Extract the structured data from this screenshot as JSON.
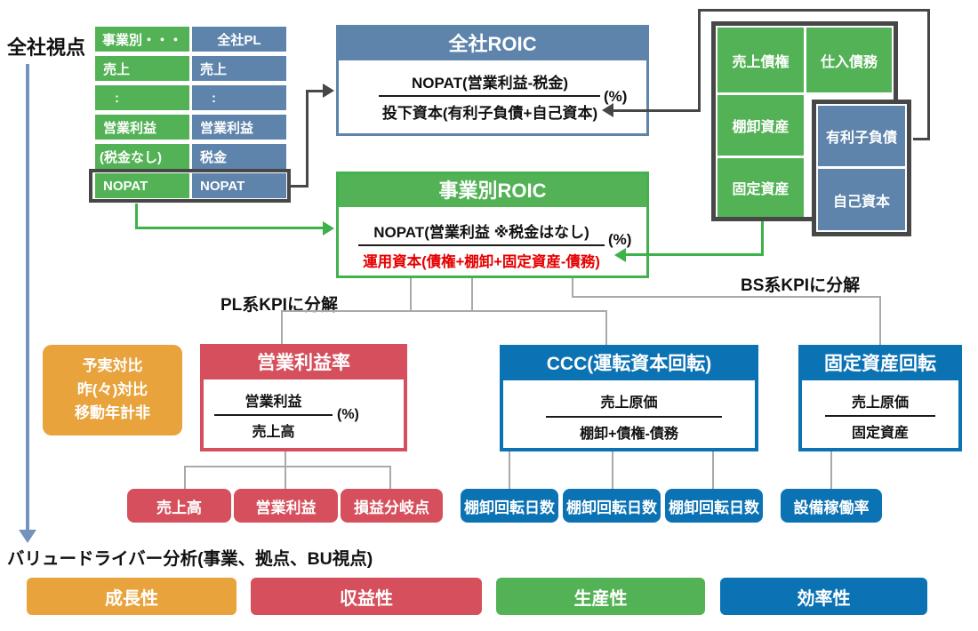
{
  "page": {
    "perspective_label": "全社視点",
    "pl_branch_label": "PL系KPIに分解",
    "bs_branch_label": "BS系KPIに分解",
    "bottom_heading": "バリュードライバー分析(事業、拠点、BU視点)"
  },
  "pl_table": {
    "left_header": "事業別・・・",
    "right_header": "全社PL",
    "left_rows": [
      "売上",
      ":",
      "営業利益",
      "(税金なし)",
      "NOPAT"
    ],
    "right_rows": [
      "売上",
      ":",
      "営業利益",
      "税金",
      "NOPAT"
    ]
  },
  "roic_company": {
    "title": "全社ROIC",
    "numerator": "NOPAT(営業利益-税金)",
    "denominator": "投下資本(有利子負債+自己資本)",
    "unit": "(%)"
  },
  "roic_business": {
    "title": "事業別ROIC",
    "numerator": "NOPAT(営業利益 ※税金はなし)",
    "denominator": "運用資本(債権+棚卸+固定資産-債務)",
    "unit": "(%)"
  },
  "bs_assets": {
    "receivables": "売上債権",
    "payables": "仕入債務",
    "inventory": "棚卸資産",
    "fixed_assets": "固定資産"
  },
  "bs_capital": {
    "debt": "有利子負債",
    "equity": "自己資本"
  },
  "compare_box": {
    "line1": "予実対比",
    "line2": "昨(々)対比",
    "line3": "移動年計非"
  },
  "kpi_margin": {
    "title": "営業利益率",
    "numerator": "営業利益",
    "denominator": "売上高",
    "unit": "(%)"
  },
  "kpi_ccc": {
    "title": "CCC(運転資本回転)",
    "numerator": "売上原価",
    "denominator": "棚卸+債権-債務"
  },
  "kpi_fixed": {
    "title": "固定資産回転",
    "numerator": "売上原価",
    "denominator": "固定資産"
  },
  "pl_leaves": [
    "売上高",
    "営業利益",
    "損益分岐点"
  ],
  "ccc_leaves": [
    "棚卸回転日数",
    "棚卸回転日数",
    "棚卸回転日数"
  ],
  "fixed_leaves": [
    "設備稼働率"
  ],
  "category_bars": [
    {
      "label": "成長性",
      "color": "#e8a33d"
    },
    {
      "label": "収益性",
      "color": "#d5505c"
    },
    {
      "label": "生産性",
      "color": "#4cb051"
    },
    {
      "label": "効率性",
      "color": "#0b72b4"
    }
  ],
  "colors": {
    "green": "#53b255",
    "steel_blue": "#5e84ac",
    "blue": "#0b72b4",
    "red": "#d5505c",
    "orange": "#e8a33d",
    "dark_connector": "#474747",
    "gray_connector": "#a9a9a9",
    "green_connector": "#3db14a",
    "denominator_red": "#e60000",
    "timeline_blue": "#7493bc"
  }
}
